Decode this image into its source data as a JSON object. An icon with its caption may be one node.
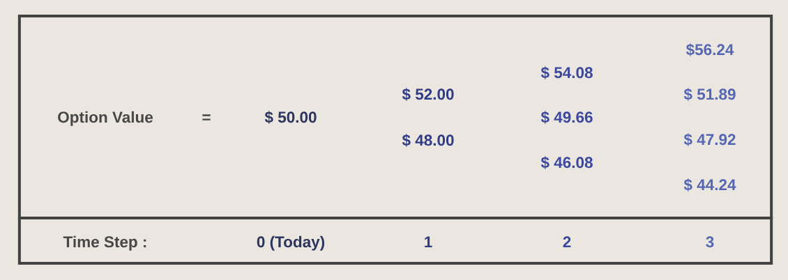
{
  "diagram": {
    "nodes": [
      {
        "text": [
          "$56.24",
          "$ 54.08",
          "$ 52.00",
          "$ 51.89",
          "Option Value",
          "=",
          "$ 50.00",
          "$ 49.66",
          "$ 48.00",
          "$ 47.92",
          "$ 46.08",
          "$ 44.24"
        ]
      },
      {
        "text": [
          "Time Step :",
          "0 (Today)",
          "1",
          "2",
          "3"
        ]
      }
    ]
  }
}
